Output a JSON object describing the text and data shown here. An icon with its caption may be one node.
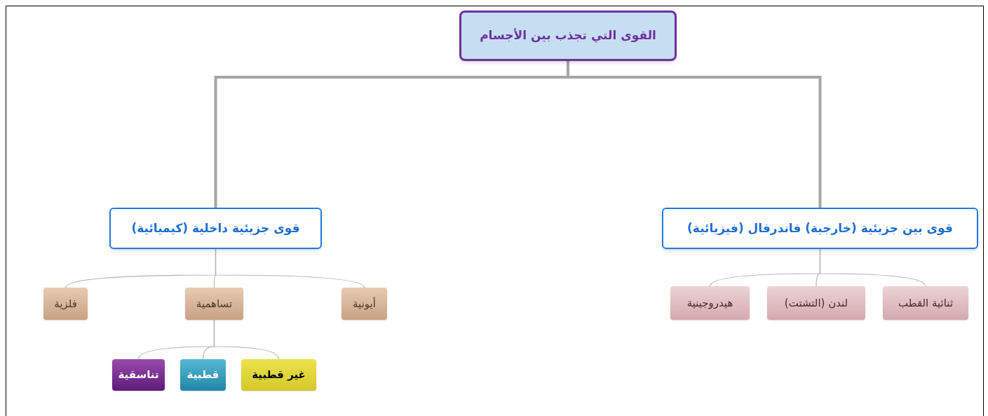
{
  "diagram": {
    "nodes": [
      {
        "text": [
          "القوى التي تجذب بين الأجسام"
        ]
      },
      {
        "text": [
          "قوى بين جزيئية (خارجية) فاندرفال (فيزيائية)"
        ]
      },
      {
        "text": [
          "قوى جزيئية داخلية (كيميائية)"
        ]
      },
      {
        "text": [
          "ثنائية القطب"
        ]
      },
      {
        "text": [
          "لندن (التشتت)"
        ]
      },
      {
        "text": [
          "هيدروجينية"
        ]
      },
      {
        "text": [
          "أيونية"
        ]
      },
      {
        "text": [
          "تساهمية"
        ]
      },
      {
        "text": [
          "فلزية"
        ]
      },
      {
        "text": [
          "غير قطبية"
        ]
      },
      {
        "text": [
          "قطبية"
        ]
      },
      {
        "text": [
          "تناسقية"
        ]
      }
    ],
    "edges": [
      {
        "from": 0,
        "to": 1,
        "arrow": "none",
        "style": "thick"
      },
      {
        "from": 0,
        "to": 2,
        "arrow": "none",
        "style": "thick"
      },
      {
        "from": 1,
        "to": 3,
        "arrow": "none"
      },
      {
        "from": 1,
        "to": 4,
        "arrow": "none"
      },
      {
        "from": 1,
        "to": 5,
        "arrow": "none"
      },
      {
        "from": 2,
        "to": 6,
        "arrow": "none"
      },
      {
        "from": 2,
        "to": 7,
        "arrow": "none"
      },
      {
        "from": 2,
        "to": 8,
        "arrow": "none"
      },
      {
        "from": 7,
        "to": 9,
        "arrow": "none"
      },
      {
        "from": 7,
        "to": 10,
        "arrow": "none"
      },
      {
        "from": 7,
        "to": 11,
        "arrow": "none"
      }
    ]
  }
}
